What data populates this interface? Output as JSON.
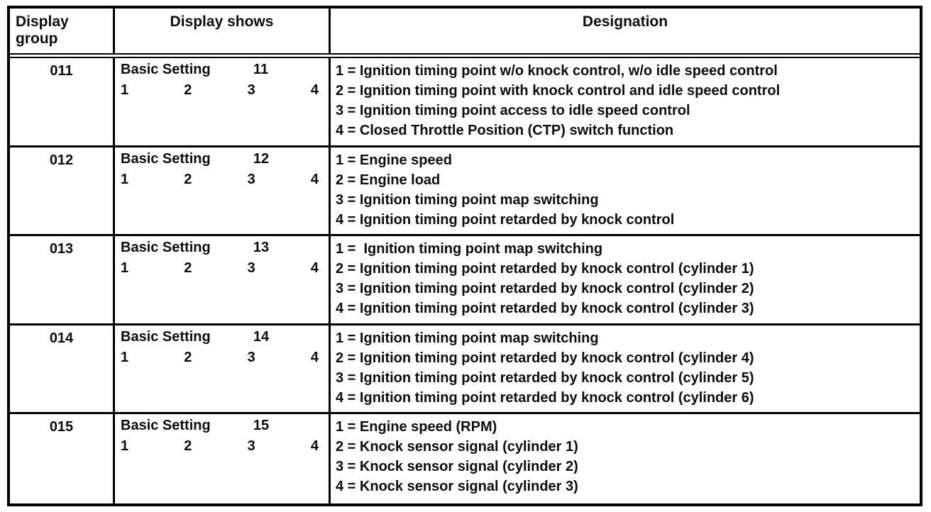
{
  "table": {
    "header": {
      "display_group": "Display group",
      "display_shows": "Display shows",
      "designation": "Designation"
    },
    "rows": [
      {
        "group": "011",
        "display_label": "Basic Setting",
        "display_number": "11",
        "positions": [
          "1",
          "2",
          "3",
          "4"
        ],
        "designations": [
          "1 = Ignition timing point w/o knock control, w/o idle speed control",
          "2 = Ignition timing point with knock control and idle speed control",
          "3 = Ignition timing point access to idle speed control",
          "4 = Closed Throttle Position (CTP) switch function"
        ]
      },
      {
        "group": "012",
        "display_label": "Basic Setting",
        "display_number": "12",
        "positions": [
          "1",
          "2",
          "3",
          "4"
        ],
        "designations": [
          "1 = Engine speed",
          "2 = Engine load",
          "3 = Ignition timing point map switching",
          "4 = Ignition timing point retarded by knock control"
        ]
      },
      {
        "group": "013",
        "display_label": "Basic Setting",
        "display_number": "13",
        "positions": [
          "1",
          "2",
          "3",
          "4"
        ],
        "designations": [
          "1 =  Ignition timing point map switching",
          "2 = Ignition timing point retarded by knock control (cylinder 1)",
          "3 = Ignition timing point retarded by knock control (cylinder 2)",
          "4 = Ignition timing point retarded by knock control (cylinder 3)"
        ]
      },
      {
        "group": "014",
        "display_label": "Basic Setting",
        "display_number": "14",
        "positions": [
          "1",
          "2",
          "3",
          "4"
        ],
        "designations": [
          "1 = Ignition timing point map switching",
          "2 = Ignition timing point retarded by knock control (cylinder 4)",
          "3 = Ignition timing point retarded by knock control (cylinder 5)",
          "4 = Ignition timing point retarded by knock control (cylinder 6)"
        ]
      },
      {
        "group": "015",
        "display_label": "Basic Setting",
        "display_number": "15",
        "positions": [
          "1",
          "2",
          "3",
          "4"
        ],
        "designations": [
          "1 = Engine speed (RPM)",
          "2 = Knock sensor signal (cylinder 1)",
          "3 = Knock sensor signal (cylinder 2)",
          "4 = Knock sensor signal (cylinder 3)"
        ]
      }
    ]
  }
}
